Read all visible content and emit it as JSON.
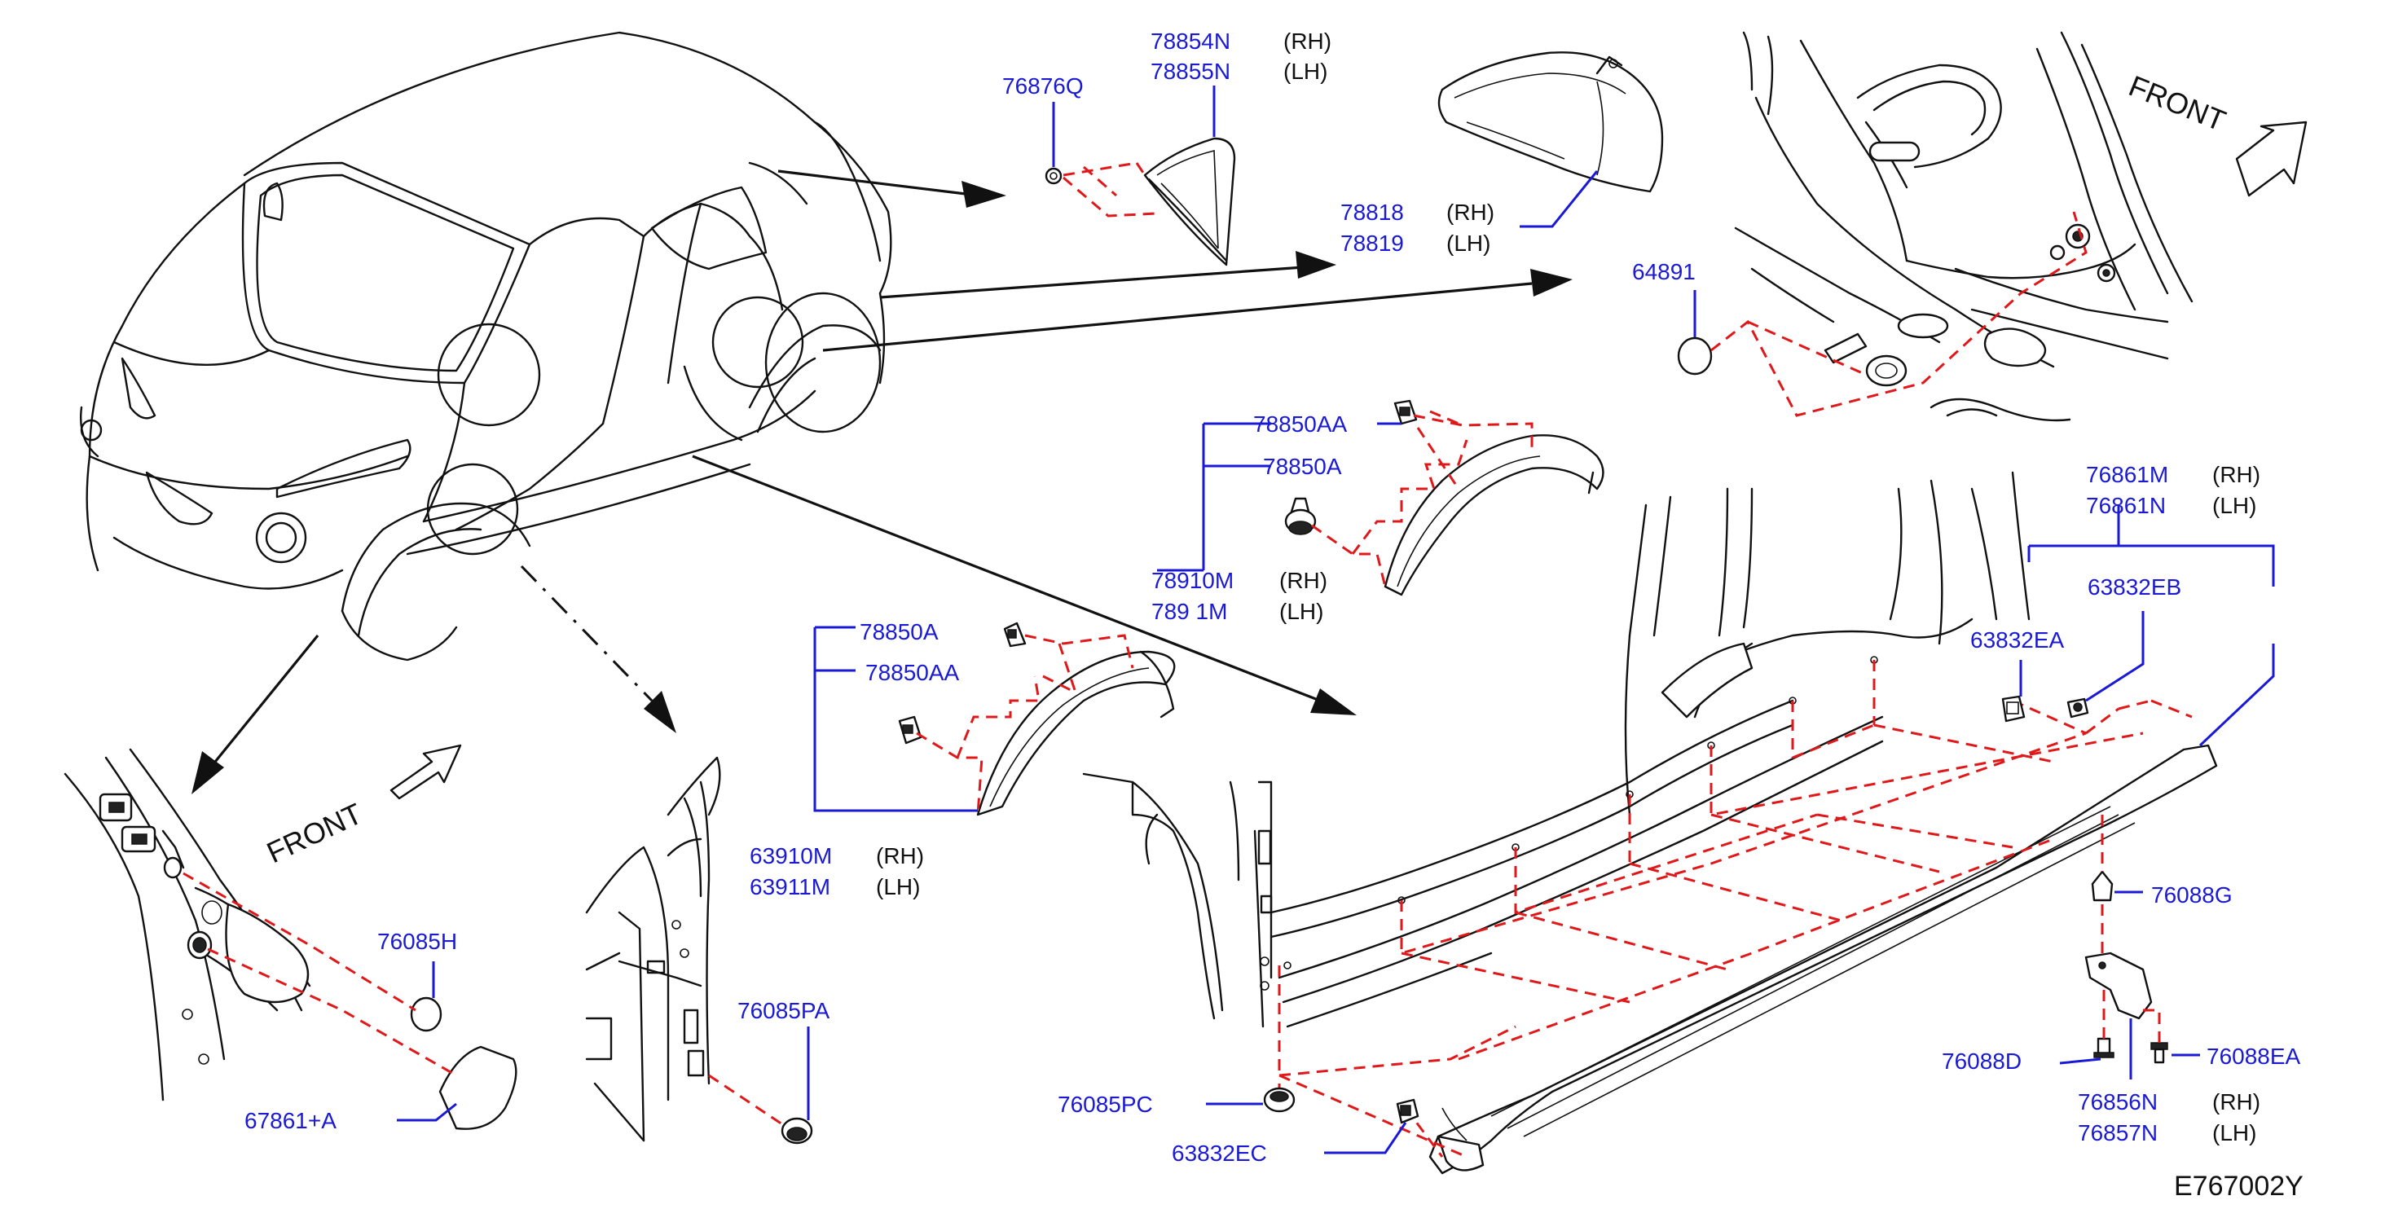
{
  "labels": {
    "p76876q": "76876Q",
    "p78854n": "78854N",
    "p78854n_side": "(RH)",
    "p78855n": "78855N",
    "p78855n_side": "(LH)",
    "p78818": "78818",
    "p78818_side": "(RH)",
    "p78819": "78819",
    "p78819_side": "(LH)",
    "p64891": "64891",
    "p78850aa_top": "78850AA",
    "p78850a_top": "78850A",
    "p78910m": "78910M",
    "p78910m_side": "(RH)",
    "p78911m_partial": "789 1M",
    "p78911m_side": "(LH)",
    "p78850a_mid_partial": "78850A",
    "p78850aa_mid": "78850AA",
    "p63910m": "63910M",
    "p63910m_side": "(RH)",
    "p63911m": "63911M",
    "p63911m_side": "(LH)",
    "p76085h": "76085H",
    "p67861a": "67861+A",
    "p76085pa": "76085PA",
    "p76861m": "76861M",
    "p76861m_side": "(RH)",
    "p76861n": "76861N",
    "p76861n_side": "(LH)",
    "p63832eb": "63832EB",
    "p63832ea_partial": "63832EA",
    "p76088g": "76088G",
    "p76088d": "76088D",
    "p76088ea": "76088EA",
    "p76856n": "76856N",
    "p76856n_side": "(RH)",
    "p76857n": "76857N",
    "p76857n_side": "(LH)",
    "p76085pc": "76085PC",
    "p63832ec": "63832EC"
  },
  "front_labels": {
    "top_right": "FRONT",
    "left": "FRONT"
  },
  "diagram_code": "E767002Y",
  "colors": {
    "label": "#1a1ad6",
    "dashed_guide": "#e0181a",
    "line": "#111111"
  }
}
